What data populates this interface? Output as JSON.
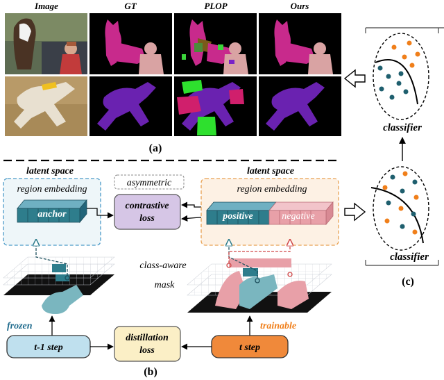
{
  "panel_a": {
    "headers": [
      "Image",
      "GT",
      "PLOP",
      "Ours"
    ],
    "label": "(a)"
  },
  "panel_b": {
    "latent_left": "latent space",
    "latent_right": "latent space",
    "region_embedding_left": "region embedding",
    "region_embedding_right": "region embedding",
    "asymmetric": "asymmetric",
    "anchor": "anchor",
    "positive": "positive",
    "negative": "negative",
    "contrastive_loss": [
      "contrastive",
      "loss"
    ],
    "class_aware_mask": [
      "class-aware",
      "mask"
    ],
    "frozen": "frozen",
    "trainable": "trainable",
    "t_minus_1_step": "t-1 step",
    "t_step": "t step",
    "distillation_loss": [
      "distillation",
      "loss"
    ],
    "label": "(b)"
  },
  "panel_c": {
    "classifier_top": "classifier",
    "classifier_bottom": "classifier",
    "label": "(c)"
  },
  "colors": {
    "anchor_teal": "#2e7d8c",
    "negative_pink": "#e8a0a8",
    "contrastive_purple": "#d6c6e6",
    "t_minus_1_fill": "#bfe0ee",
    "t_step_fill": "#f0893a",
    "distill_fill": "#fbefc6",
    "frozen_text": "#1e6a8c",
    "trainable_text": "#f07f1a",
    "dot_orange": "#f07f1a",
    "dot_teal": "#1f5f6e"
  }
}
